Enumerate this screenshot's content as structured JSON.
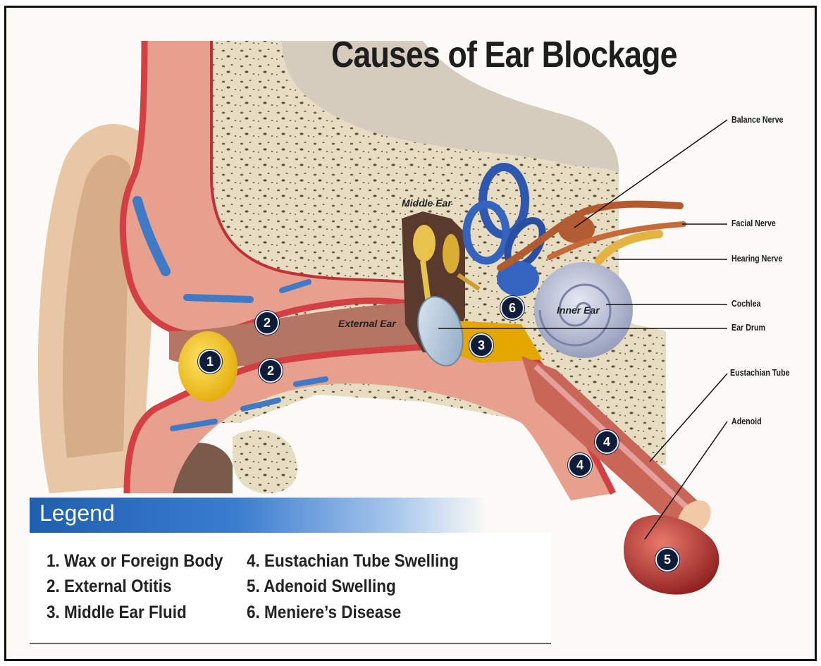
{
  "title": "Causes of Ear Blockage",
  "callouts": {
    "balance_nerve": "Balance Nerve",
    "facial_nerve": "Facial Nerve",
    "hearing_nerve": "Hearing Nerve",
    "cochlea": "Cochlea",
    "ear_drum": "Ear Drum",
    "eustachian_tube": "Eustachian Tube",
    "adenoid": "Adenoid"
  },
  "regions": {
    "middle_ear": "Middle Ear",
    "external_ear": "External Ear",
    "inner_ear": "Inner Ear"
  },
  "markers": [
    "1",
    "2",
    "2",
    "3",
    "4",
    "4",
    "5",
    "6"
  ],
  "legend": {
    "heading": "Legend",
    "items": [
      "1. Wax or Foreign Body",
      "2. External Otitis",
      "3. Middle Ear Fluid",
      "4. Eustachian Tube Swelling",
      "5. Adenoid Swelling",
      "6. Meniere’s Disease"
    ]
  },
  "colors": {
    "skin": "#e6a48f",
    "lining": "#d8454c",
    "bone": "#e6dcc2",
    "vein": "#3e7ac6",
    "inner_ear_blue": "#2e58b0",
    "cochlea": "#b7bfd6",
    "wax": "#f1c400",
    "legend_blue": "#1f5fb0",
    "badge": "#0f1d3a"
  }
}
